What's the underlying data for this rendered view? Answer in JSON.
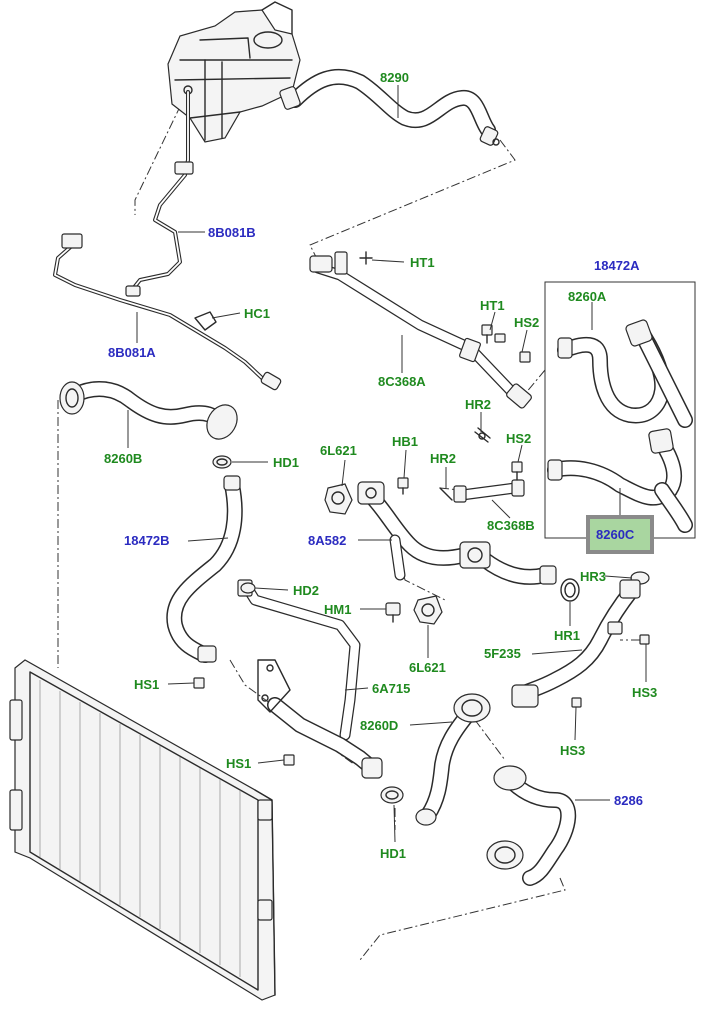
{
  "labels": {
    "l_8290": "8290",
    "l_8b081b": "8B081B",
    "l_8b081a": "8B081A",
    "l_hc1": "HC1",
    "l_ht1_a": "HT1",
    "l_18472a": "18472A",
    "l_8260a": "8260A",
    "l_ht1_b": "HT1",
    "l_hs2_a": "HS2",
    "l_8c368a": "8C368A",
    "l_hr2_a": "HR2",
    "l_hs2_b": "HS2",
    "l_hr2_b": "HR2",
    "l_8c368b": "8C368B",
    "l_8260c": "8260C",
    "l_8260b": "8260B",
    "l_hd1_a": "HD1",
    "l_6l621_a": "6L621",
    "l_hb1": "HB1",
    "l_18472b": "18472B",
    "l_8a582": "8A582",
    "l_hr3": "HR3",
    "l_hd2": "HD2",
    "l_hm1": "HM1",
    "l_hr1": "HR1",
    "l_6l621_b": "6L621",
    "l_5f235": "5F235",
    "l_hs1_a": "HS1",
    "l_6a715": "6A715",
    "l_hs3_a": "HS3",
    "l_8260d": "8260D",
    "l_hs3_b": "HS3",
    "l_hs1_b": "HS1",
    "l_8286": "8286",
    "l_hd1_b": "HD1"
  },
  "colors": {
    "label_green": "#1f8a1f",
    "label_blue": "#2b2bc0",
    "highlight_fill": "#a9d6a0",
    "highlight_border": "#8a8a8a"
  },
  "highlighted_label": "8260C"
}
